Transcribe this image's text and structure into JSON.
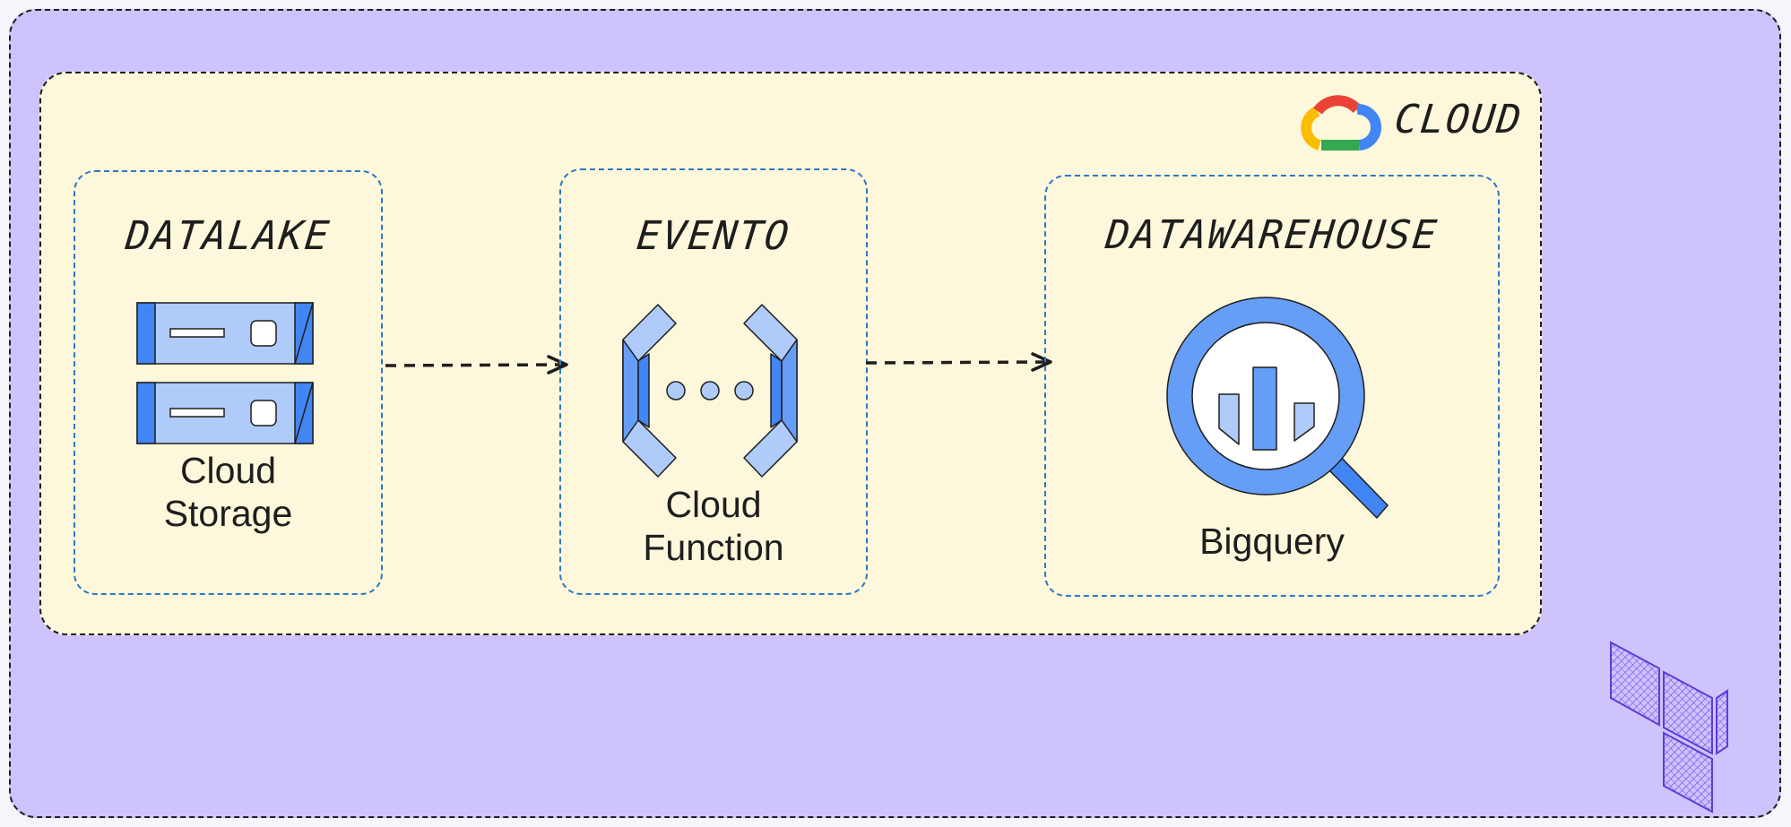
{
  "cloud": {
    "title": "CLOUD",
    "logo_icon": "google-cloud-icon"
  },
  "groups": [
    {
      "title": "DATALAKE",
      "service_line1": "Cloud",
      "service_line2": "Storage",
      "icon": "cloud-storage-icon"
    },
    {
      "title": "EVENTO",
      "service_line1": "Cloud",
      "service_line2": "Function",
      "icon": "cloud-functions-icon"
    },
    {
      "title": "DATAWAREHOUSE",
      "service_line1": "Bigquery",
      "icon": "bigquery-icon"
    }
  ],
  "terraform": {
    "icon": "terraform-icon"
  },
  "colors": {
    "outer_fill": "#cfc3fd",
    "cloud_fill": "#fdf8db",
    "group_border": "#2f78c4",
    "icon_light": "#aecbfa",
    "icon_mid": "#669df6",
    "icon_dark": "#4285f4"
  }
}
